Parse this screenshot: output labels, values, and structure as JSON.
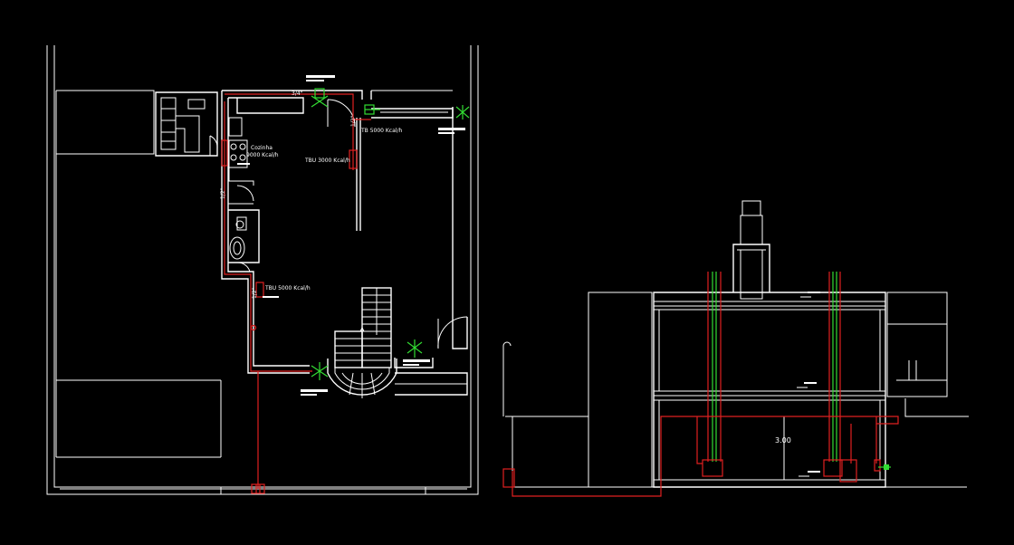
{
  "labels": {
    "cozinha": "Cozinha",
    "cozinha_power": "9000 Kcal/h",
    "tb_top": "TB 5000 Kcal/h",
    "tbu_3000": "TBU 3000 Kcal/h",
    "tbu_5000": "TBU 5000 Kcal/h",
    "pipe_34": "3/4\"",
    "pipe_12": "1/2\"",
    "height_dim": "3.00"
  },
  "colors": {
    "background": "#000000",
    "walls": "#ffffff",
    "gas_pipe": "#e02020",
    "vent_pipe": "#33dd33"
  }
}
